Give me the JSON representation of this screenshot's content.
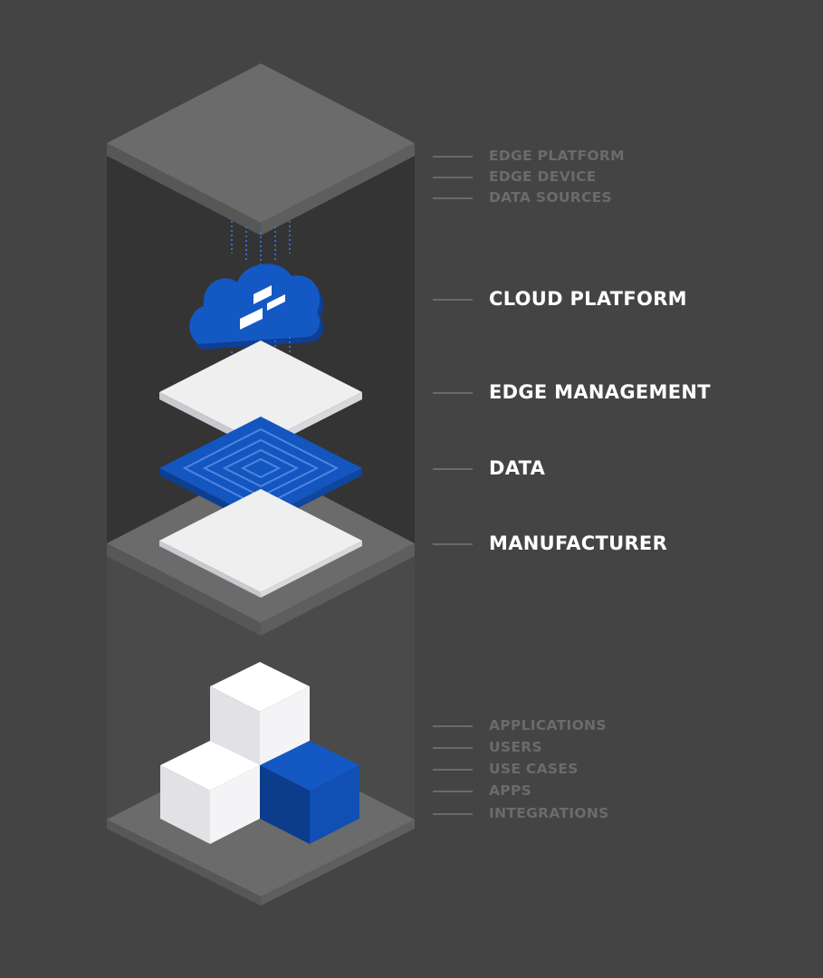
{
  "diagram": {
    "top_labels": [
      "EDGE PLATFORM",
      "EDGE DEVICE",
      "DATA SOURCES"
    ],
    "main_labels": [
      "CLOUD PLATFORM",
      "EDGE MANAGEMENT",
      "DATA",
      "MANUFACTURER"
    ],
    "bottom_labels": [
      "APPLICATIONS",
      "USERS",
      "USE CASES",
      "APPS",
      "INTEGRATIONS"
    ]
  },
  "colors": {
    "background": "#444444",
    "accent_blue": "#0f4fb5",
    "platform_gray": "#6a6a6a",
    "tile_white": "#efefef",
    "label_major": "#ffffff",
    "label_minor": "#6b6b6b"
  },
  "icons": [
    "cloud-icon",
    "chip-layer-icon",
    "cube-stack-icon"
  ]
}
